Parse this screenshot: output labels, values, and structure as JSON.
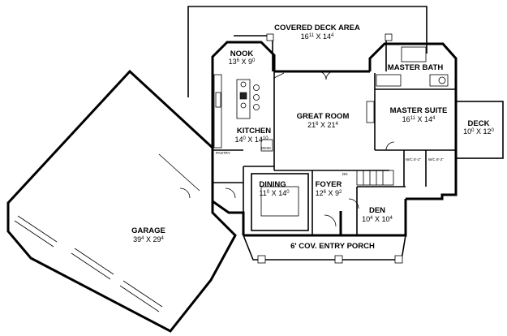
{
  "rooms": {
    "covered_deck": {
      "name": "COVERED DECK AREA",
      "w": "16",
      "w_in": "11",
      "h": "14",
      "h_in": "4"
    },
    "nook": {
      "name": "NOOK",
      "w": "13",
      "w_in": "6",
      "h": "9",
      "h_in": "0"
    },
    "master_bath": {
      "name": "MASTER BATH"
    },
    "great_room": {
      "name": "GREAT ROOM",
      "w": "21",
      "w_in": "6",
      "h": "21",
      "h_in": "4"
    },
    "master_suite": {
      "name": "MASTER SUITE",
      "w": "16",
      "w_in": "11",
      "h": "14",
      "h_in": "4"
    },
    "deck": {
      "name": "DECK",
      "w": "10",
      "w_in": "0",
      "h": "12",
      "h_in": "0"
    },
    "kitchen": {
      "name": "KITCHEN",
      "w": "14",
      "w_in": "0",
      "h": "14",
      "h_in": "10"
    },
    "dining": {
      "name": "DINING",
      "w": "11",
      "w_in": "0",
      "h": "14",
      "h_in": "0"
    },
    "foyer": {
      "name": "FOYER",
      "w": "12",
      "w_in": "6",
      "h": "9",
      "h_in": "2"
    },
    "den": {
      "name": "DEN",
      "w": "10",
      "w_in": "4",
      "h": "10",
      "h_in": "4"
    },
    "garage": {
      "name": "GARAGE",
      "w": "39",
      "w_in": "4",
      "h": "29",
      "h_in": "4"
    },
    "entry_porch": {
      "name": "6' COV. ENTRY PORCH"
    }
  },
  "small_labels": {
    "pantry": "PANTRY",
    "desk": "DESK",
    "wic1": "W/C 8'-2\"",
    "wic2": "W/C 8'-2\"",
    "dn": "DN"
  },
  "dim_separator": "X"
}
